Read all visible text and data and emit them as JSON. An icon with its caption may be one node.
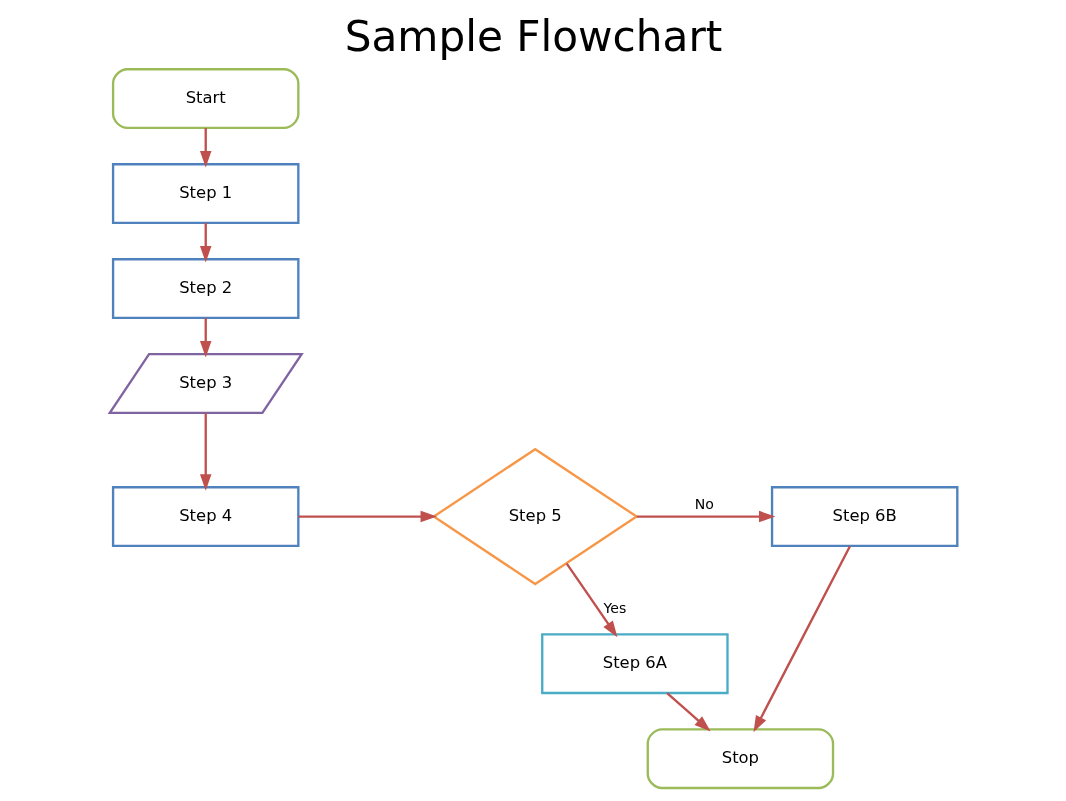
{
  "diagram": {
    "title": "Sample Flowchart",
    "nodes": [
      {
        "text": [
          "Start"
        ]
      },
      {
        "text": [
          "Step 1"
        ]
      },
      {
        "text": [
          "Step 2"
        ]
      },
      {
        "text": [
          "Step 3"
        ]
      },
      {
        "text": [
          "Step 4"
        ]
      },
      {
        "text": [
          "Step 5"
        ]
      },
      {
        "text": [
          "Step 6B"
        ]
      },
      {
        "text": [
          "Step 6A"
        ]
      },
      {
        "text": [
          "Stop"
        ]
      }
    ],
    "edges": [
      {
        "from": 0,
        "to": 1,
        "arrow": "to"
      },
      {
        "from": 1,
        "to": 2,
        "arrow": "to"
      },
      {
        "from": 2,
        "to": 3,
        "arrow": "to"
      },
      {
        "from": 3,
        "to": 4,
        "arrow": "to"
      },
      {
        "from": 4,
        "to": 5,
        "arrow": "to"
      },
      {
        "from": 5,
        "to": 6,
        "arrow": "to",
        "label": "No"
      },
      {
        "from": 5,
        "to": 7,
        "arrow": "to",
        "label": "Yes"
      },
      {
        "from": 6,
        "to": 8,
        "arrow": "to"
      },
      {
        "from": 7,
        "to": 8,
        "arrow": "to"
      }
    ]
  }
}
